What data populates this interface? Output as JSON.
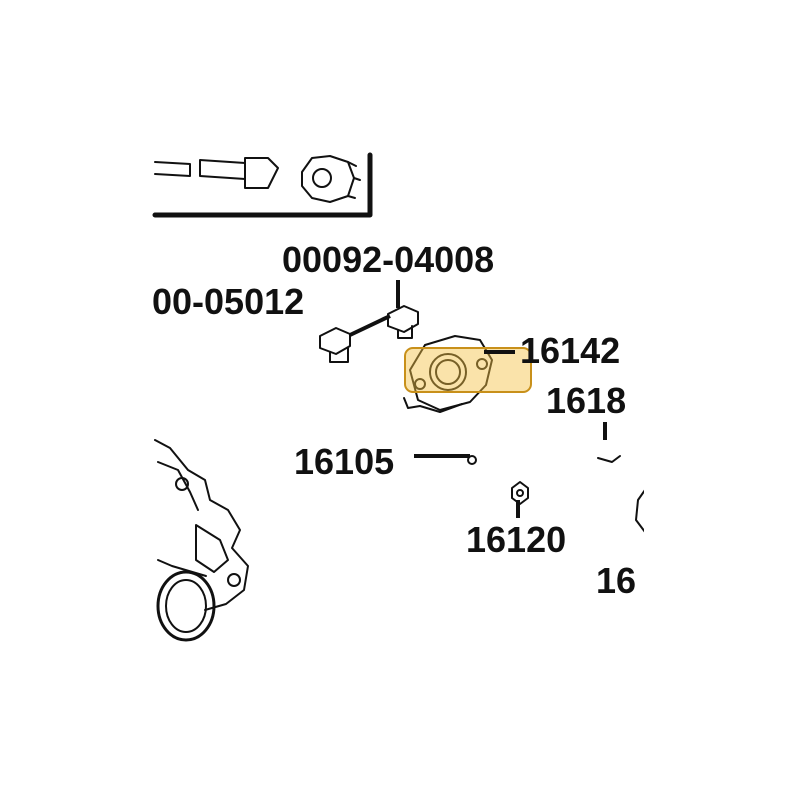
{
  "diagram": {
    "labels": {
      "part_04008": "00092-04008",
      "part_05012": "00-05012",
      "part_16142": "16142",
      "part_16180": "1618",
      "part_16105": "16105",
      "part_16120": "16120",
      "part_16_edge": "16"
    },
    "highlight": {
      "color": "#f5c242",
      "border": "#c8901a",
      "target": "16142"
    },
    "ink_color": "#111111"
  }
}
